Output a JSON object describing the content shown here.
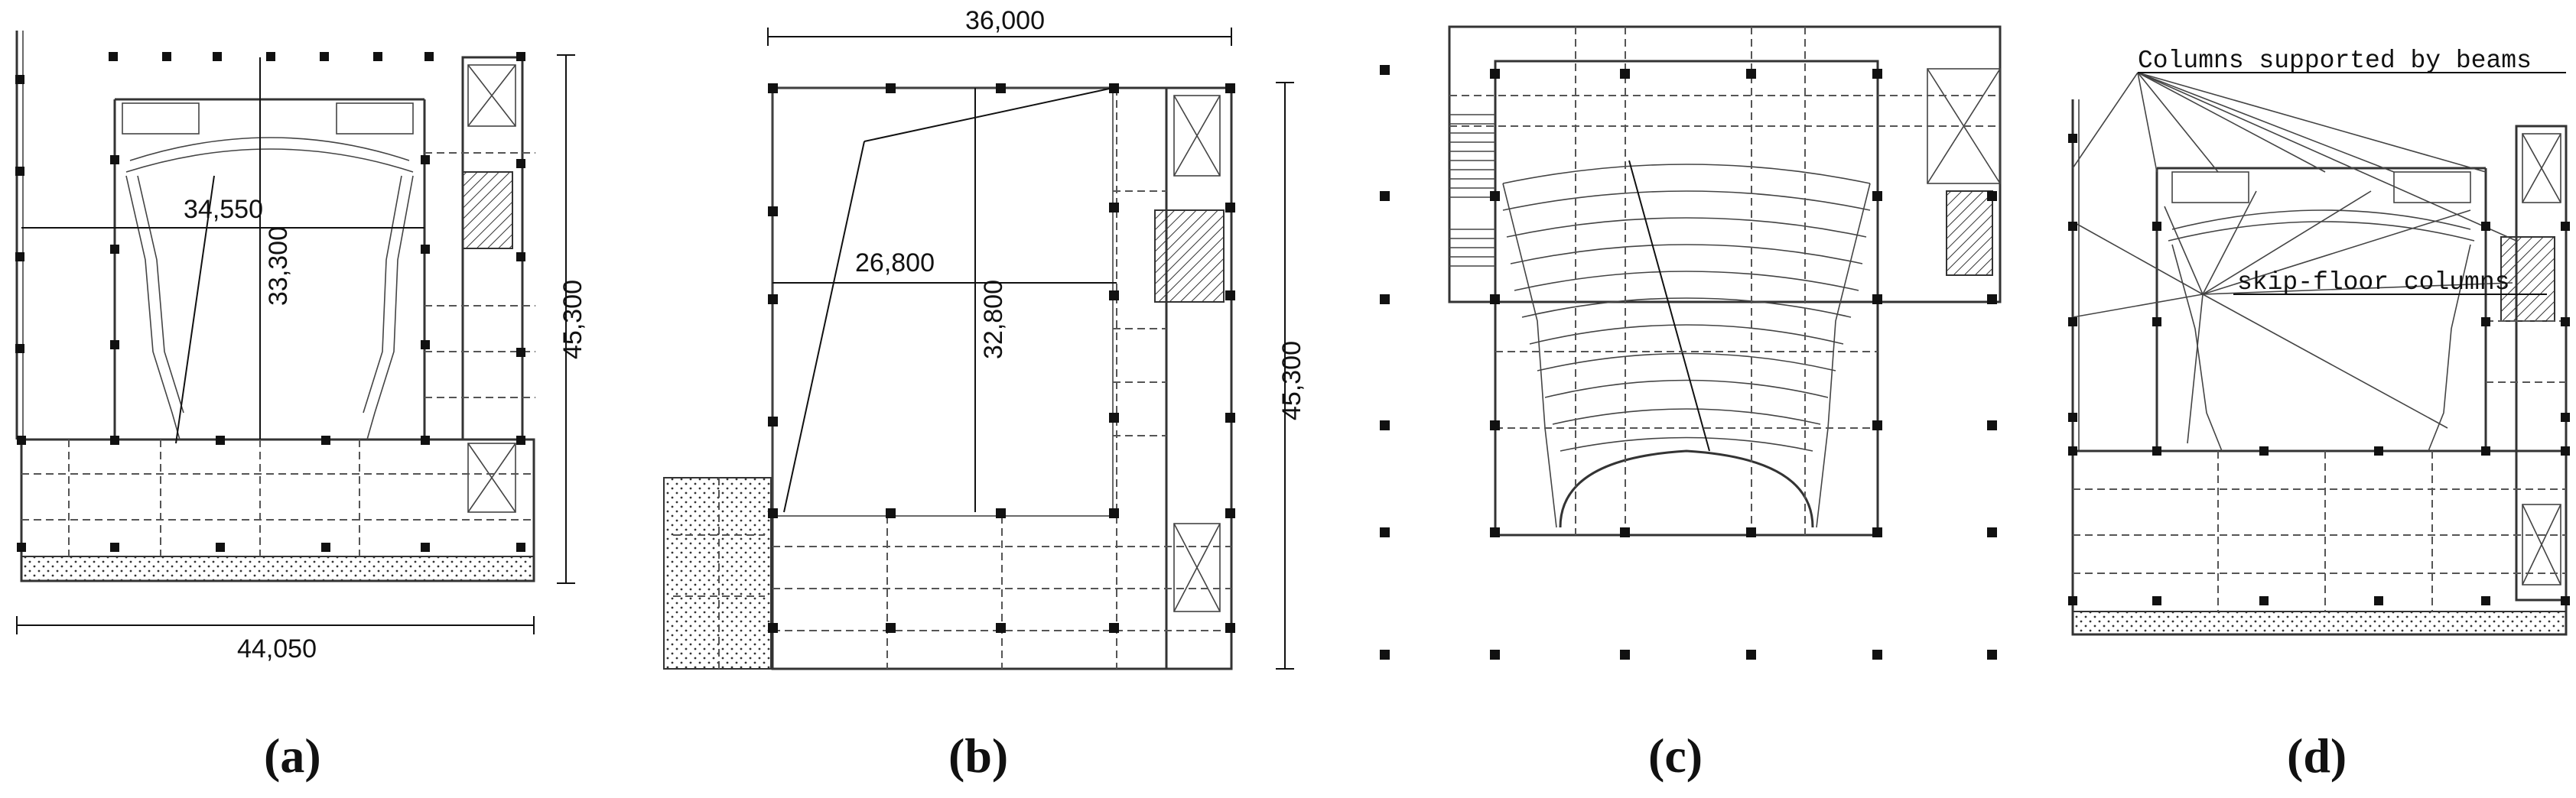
{
  "panels": [
    {
      "id": "a",
      "caption": "(a)",
      "dims": {
        "width_bottom": "44,050",
        "inner_width": "34,550",
        "inner_height": "33,300",
        "height_right": "45,300"
      }
    },
    {
      "id": "b",
      "caption": "(b)",
      "dims": {
        "width_top": "36,000",
        "inner_width": "26,800",
        "inner_height": "32,800",
        "height_right": "45,300"
      }
    },
    {
      "id": "c",
      "caption": "(c)"
    },
    {
      "id": "d",
      "caption": "(d)",
      "labels": {
        "beams": "Columns supported by beams",
        "skip": "skip-floor columns"
      }
    }
  ]
}
